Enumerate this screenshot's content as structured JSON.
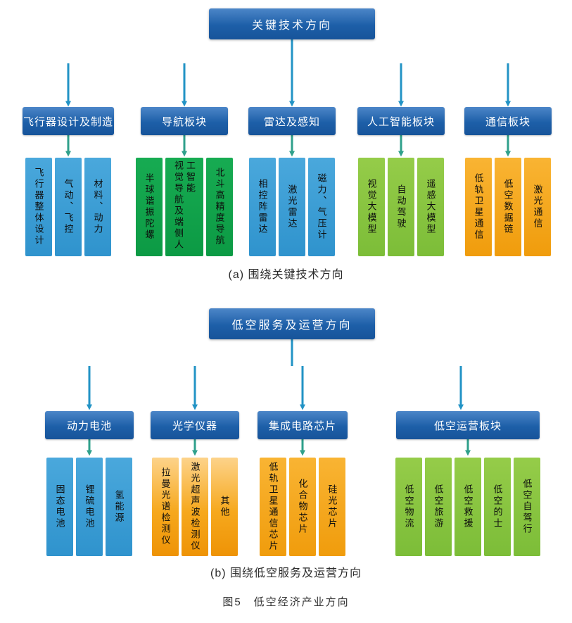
{
  "palette": {
    "node_blue_dark": "#1d5fa8",
    "node_blue_light": "#4c86c8",
    "leaf_blue": "#3d9fd6",
    "leaf_green": "#10a048",
    "leaf_light_green": "#8ac43e",
    "leaf_orange": "#f6a81d",
    "connector_blue": "#2293c5",
    "connector_teal": "#2fa08b"
  },
  "figure_caption": "图5　低空经济产业方向",
  "sections": [
    {
      "root": "关键技术方向",
      "caption": "(a) 围绕关键技术方向",
      "branches": [
        {
          "label": "飞行器设计及制造",
          "items": [
            "飞行器整体设计",
            "气动、飞控",
            "材料、动力"
          ]
        },
        {
          "label": "导航板块",
          "items": [
            "半球谐振陀螺",
            "视觉导航及端侧人工智能",
            "北斗高精度导航"
          ]
        },
        {
          "label": "雷达及感知",
          "items": [
            "相控阵雷达",
            "激光雷达",
            "磁力、气压计"
          ]
        },
        {
          "label": "人工智能板块",
          "items": [
            "视觉大模型",
            "自动驾驶",
            "遥感大模型"
          ]
        },
        {
          "label": "通信板块",
          "items": [
            "低轨卫星通信",
            "低空数据链",
            "激光通信"
          ]
        }
      ]
    },
    {
      "root": "低空服务及运营方向",
      "caption": "(b) 围绕低空服务及运营方向",
      "branches": [
        {
          "label": "动力电池",
          "items": [
            "固态电池",
            "锂硫电池",
            "氢能源"
          ]
        },
        {
          "label": "光学仪器",
          "items": [
            "拉曼光谱检测仪",
            "激光超声波检测仪",
            "其他"
          ]
        },
        {
          "label": "集成电路芯片",
          "items": [
            "低轨卫星通信芯片",
            "化合物芯片",
            "硅光芯片"
          ]
        },
        {
          "label": "低空运营板块",
          "items": [
            "低空物流",
            "低空旅游",
            "低空救援",
            "低空的士",
            "低空自驾行"
          ]
        }
      ]
    }
  ]
}
